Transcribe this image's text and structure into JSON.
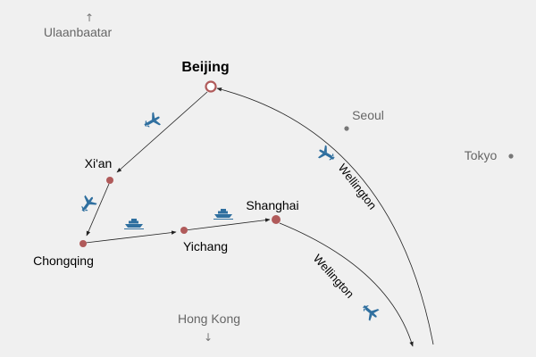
{
  "cities": {
    "beijing": "Beijing",
    "xian": "Xi'an",
    "chongqing": "Chongqing",
    "yichang": "Yichang",
    "shanghai": "Shanghai"
  },
  "offmap": {
    "ulaanbaatar": "Ulaanbaatar",
    "seoul": "Seoul",
    "tokyo": "Tokyo",
    "hong_kong": "Hong Kong"
  },
  "routes": {
    "to_wellington": "Wellington",
    "from_wellington": "Wellington"
  },
  "icons": {
    "plane": "plane-icon",
    "ship": "ship-icon",
    "arrow": "arrow-icon"
  },
  "colors": {
    "city_marker": "#b05a5a",
    "plane": "#2f6f9f",
    "ship": "#2f6f9f",
    "route": "#222222",
    "muted": "#777777",
    "background": "#f0f0f0"
  }
}
